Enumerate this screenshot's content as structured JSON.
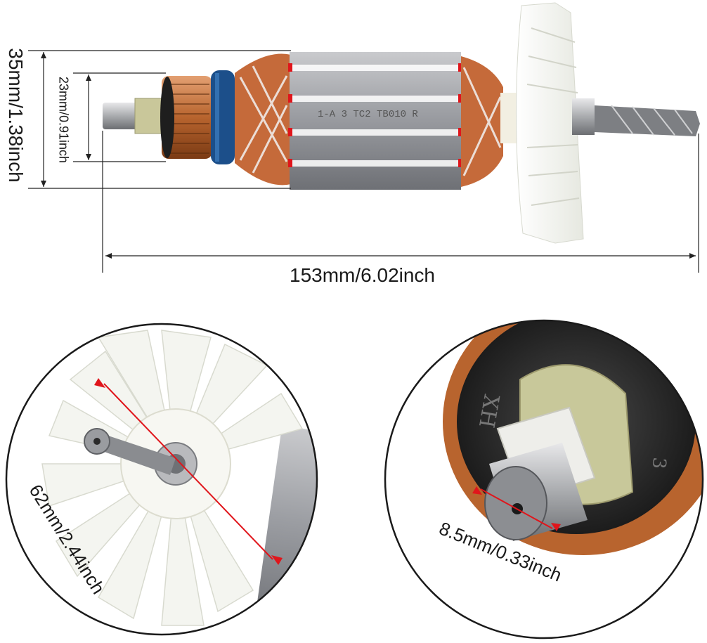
{
  "dimensions": {
    "length": "153mm/6.02inch",
    "outer_diameter": "35mm/1.38inch",
    "commutator_diameter": "23mm/0.91inch",
    "fan_diameter": "62mm/2.44inch",
    "shaft_diameter": "8.5mm/0.33inch"
  },
  "markings": {
    "armature_stamp": "1-A 3 TC2 TB010 R",
    "insulator_mark": "XH",
    "insulator_number": "3"
  },
  "colors": {
    "dimension_line": "#222222",
    "red_marker": "#e0151b",
    "copper": "#b8642e",
    "steel": "#8f9196",
    "fan_white": "#f4f5f0",
    "bearing_green": "#c8c89a"
  }
}
